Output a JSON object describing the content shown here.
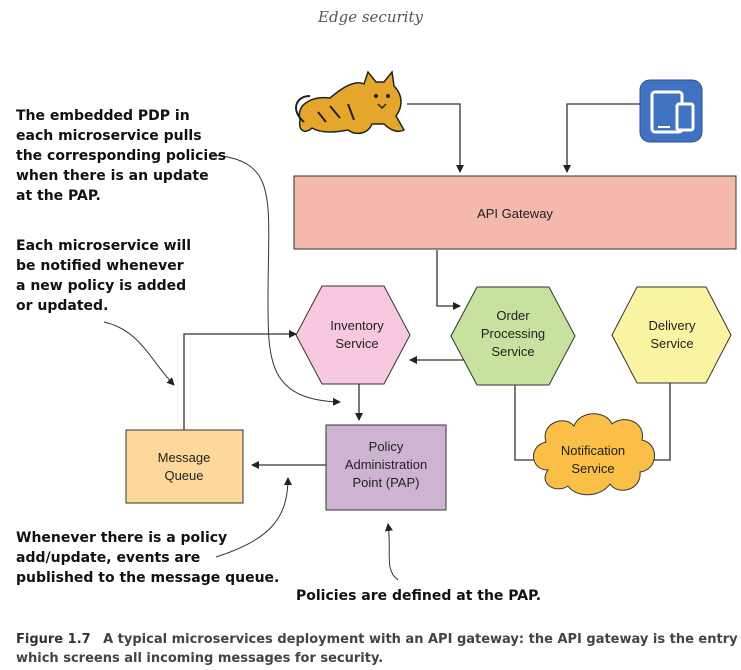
{
  "running_head": "Edge security",
  "nodes": {
    "api_gateway": "API Gateway",
    "inventory_service": [
      "Inventory",
      "Service"
    ],
    "order_processing_service": [
      "Order",
      "Processing",
      "Service"
    ],
    "delivery_service": [
      "Delivery",
      "Service"
    ],
    "notification_service": [
      "Notification",
      "Service"
    ],
    "message_queue": [
      "Message",
      "Queue"
    ],
    "pap": [
      "Policy",
      "Administration",
      "Point (PAP)"
    ]
  },
  "notes": {
    "pdp_pull": "The embedded PDP in\neach microservice pulls\nthe corresponding policies\nwhen there is an update\nat the PAP.",
    "notified": "Each microservice will\nbe notified whenever\na new policy is added\nor updated.",
    "events": "Whenever there is a policy\nadd/update, events are\npublished to the message queue.",
    "policies": "Policies are defined at the PAP."
  },
  "caption": {
    "label": "Figure 1.7",
    "text_line1": "A typical microservices deployment with an API gateway: the API gateway is the entry point",
    "text_line2": "which screens all incoming messages for security."
  },
  "icons": [
    "tomcat-cat-icon",
    "mobile-devices-icon"
  ],
  "colors": {
    "api_gateway": "#f4b8ad",
    "inventory": "#f7c8e0",
    "order_processing": "#c6e29e",
    "delivery": "#fbf4a3",
    "notification": "#fbbf47",
    "message_queue": "#fdd89a",
    "pap": "#cfb3d3",
    "device_tile": "#3f73c2"
  }
}
